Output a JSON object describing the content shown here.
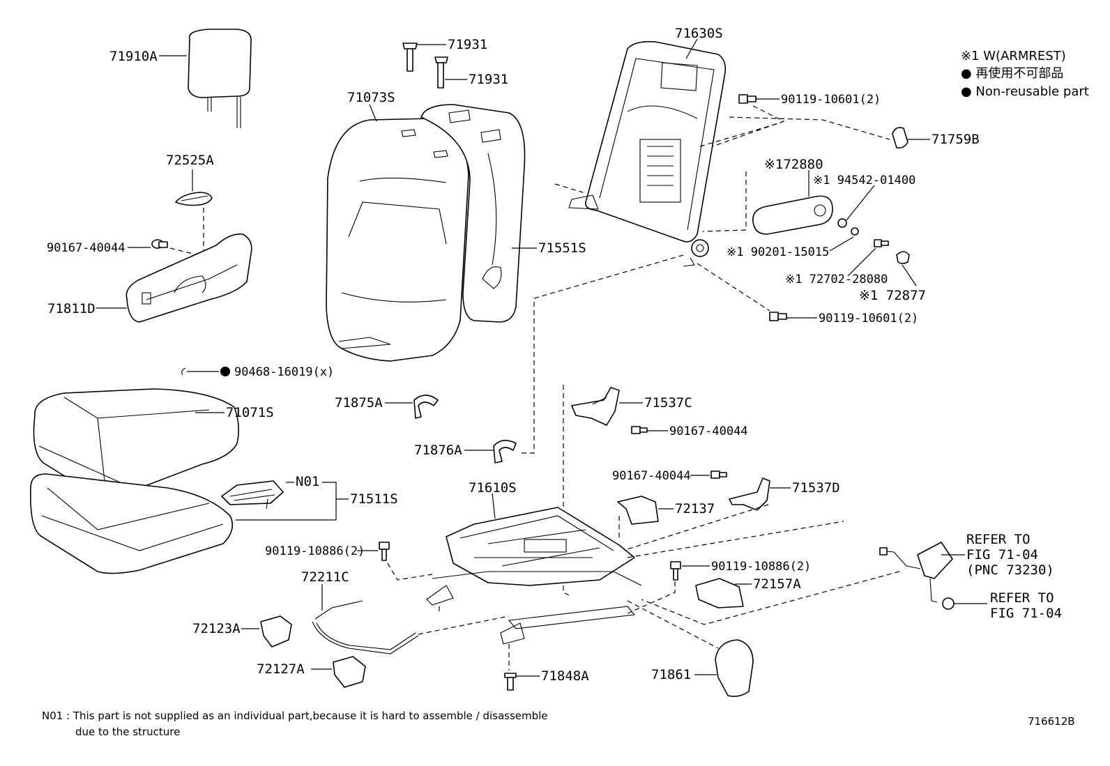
{
  "legend": {
    "line1": "※1 W(ARMREST)",
    "line2": "● 再使用不可部品",
    "line3": "● Non-reusable part"
  },
  "labels": {
    "p71910A": "71910A",
    "p72525A": "72525A",
    "p90167_40044_a": "90167-40044",
    "p71811D": "71811D",
    "p90468": "90468-16019(x)",
    "p71071S": "71071S",
    "pN01": "N01",
    "p71511S": "71511S",
    "p71931_a": "71931",
    "p71931_b": "71931",
    "p71073S": "71073S",
    "p71551S": "71551S",
    "p71875A": "71875A",
    "p71876A": "71876A",
    "p71630S": "71630S",
    "p90119_10601_a": "90119-10601(2)",
    "p71759B": "71759B",
    "p72880": "※172880",
    "p94542": "※1 94542-01400",
    "p90201": "※1 90201-15015",
    "p72702": "※1 72702-28080",
    "p72877": "※1 72877",
    "p90119_10601_b": "90119-10601(2)",
    "p71537C": "71537C",
    "p90167_40044_b": "90167-40044",
    "p90167_40044_c": "90167-40044",
    "p71537D": "71537D",
    "p72137": "72137",
    "p71610S": "71610S",
    "p90119_10886_a": "90119-10886(2)",
    "p90119_10886_b": "90119-10886(2)",
    "p72157A": "72157A",
    "p72211C": "72211C",
    "p72123A": "72123A",
    "p72127A": "72127A",
    "p71848A": "71848A",
    "p71861": "71861",
    "refer1_l1": "REFER TO",
    "refer1_l2": "FIG 71-04",
    "refer1_l3": "(PNC 73230)",
    "refer2_l1": "REFER TO",
    "refer2_l2": "FIG 71-04"
  },
  "footnote": {
    "line1": "N01 : This part is not supplied as an individual part,because it is hard to assemble / disassemble",
    "line2": "due to the structure"
  },
  "figure_id": "716612B",
  "colors": {
    "ink": "#000000",
    "paper": "#ffffff"
  }
}
